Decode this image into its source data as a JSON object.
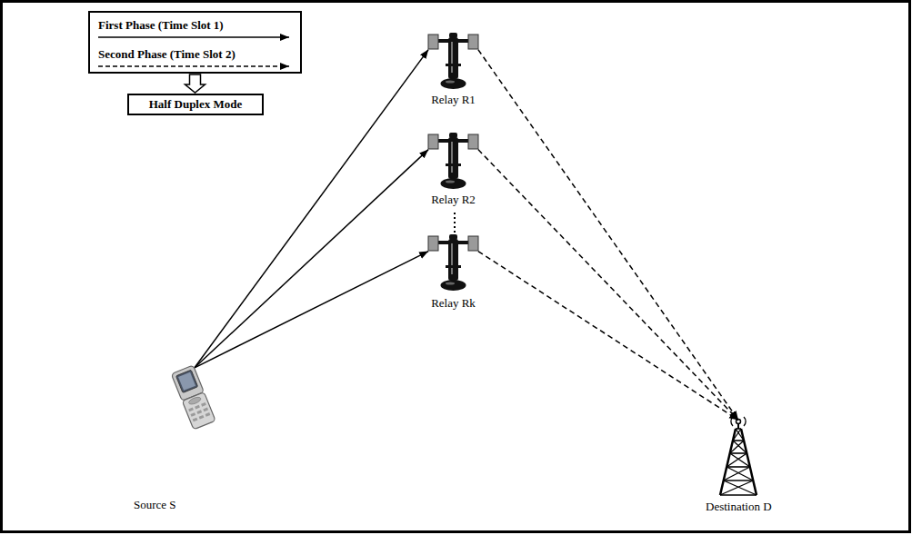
{
  "diagram": {
    "nodes": [
      {
        "text": [
          "First Phase (Time Slot 1)",
          "Second Phase (Time Slot 2)"
        ]
      },
      {
        "text": [
          "Half Duplex Mode"
        ]
      },
      {
        "text": [
          "Relay R1"
        ]
      },
      {
        "text": [
          "Relay R2"
        ]
      },
      {
        "text": [
          "Relay Rk"
        ]
      },
      {
        "text": [
          "Source S"
        ]
      },
      {
        "text": [
          "Destination D"
        ]
      }
    ],
    "edges": [
      {
        "from": 0,
        "to": 1,
        "arrow": "to"
      },
      {
        "from": 5,
        "to": 2,
        "arrow": "to"
      },
      {
        "from": 5,
        "to": 3,
        "arrow": "to"
      },
      {
        "from": 5,
        "to": 4,
        "arrow": "to"
      },
      {
        "from": 2,
        "to": 6,
        "arrow": "to"
      },
      {
        "from": 3,
        "to": 6,
        "arrow": "to"
      },
      {
        "from": 4,
        "to": 6,
        "arrow": "to"
      }
    ]
  }
}
